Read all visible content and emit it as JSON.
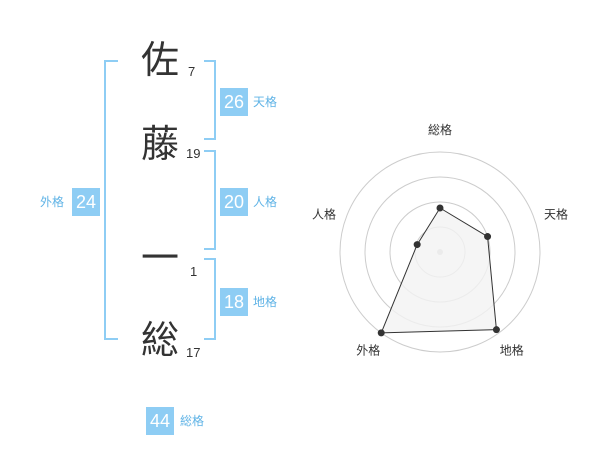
{
  "name": {
    "chars": [
      {
        "char": "佐",
        "strokes": "7"
      },
      {
        "char": "藤",
        "strokes": "19"
      },
      {
        "char": "一",
        "strokes": "1"
      },
      {
        "char": "総",
        "strokes": "17"
      }
    ]
  },
  "fortunes": {
    "tenkaku": {
      "value": "26",
      "label": "天格"
    },
    "jinkaku": {
      "value": "20",
      "label": "人格"
    },
    "chikaku": {
      "value": "18",
      "label": "地格"
    },
    "gaikaku": {
      "value": "24",
      "label": "外格"
    },
    "soukaku": {
      "value": "44",
      "label": "総格"
    }
  },
  "colors": {
    "accent": "#8ecdf4",
    "accent_text": "#5fb3e6",
    "radar_fill": "#f2f2f2",
    "radar_line": "#333333"
  },
  "chart_data": {
    "type": "radar",
    "axes": [
      "総格",
      "天格",
      "地格",
      "外格",
      "人格"
    ],
    "values": [
      2.2,
      2.5,
      4.8,
      5.0,
      1.2
    ],
    "max": 5,
    "rings": 4,
    "grid": true
  }
}
